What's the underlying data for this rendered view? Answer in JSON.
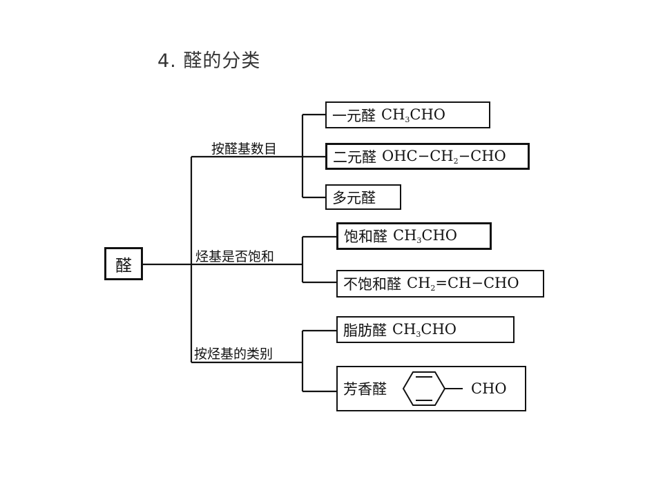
{
  "title": "4. 醛的分类",
  "root": "醛",
  "branches": [
    {
      "label": "按醛基数目",
      "leaves": [
        {
          "name": "一元醛",
          "formula_parts": [
            "CH",
            "3",
            "CHO"
          ]
        },
        {
          "name": "二元醛",
          "formula_parts": [
            "OHC−CH",
            "2",
            "−CHO"
          ]
        },
        {
          "name": "多元醛"
        }
      ]
    },
    {
      "label": "烃基是否饱和",
      "leaves": [
        {
          "name": "饱和醛",
          "formula_parts": [
            "CH",
            "3",
            "CHO"
          ]
        },
        {
          "name": "不饱和醛",
          "formula_parts": [
            "CH",
            "2",
            "=CH−CHO"
          ]
        }
      ]
    },
    {
      "label": "按烃基的类别",
      "leaves": [
        {
          "name": "脂肪醛",
          "formula_parts": [
            "CH",
            "3",
            "CHO"
          ]
        },
        {
          "name": "芳香醛",
          "formula_suffix": "CHO",
          "structure": "benzene-ring"
        }
      ]
    }
  ]
}
